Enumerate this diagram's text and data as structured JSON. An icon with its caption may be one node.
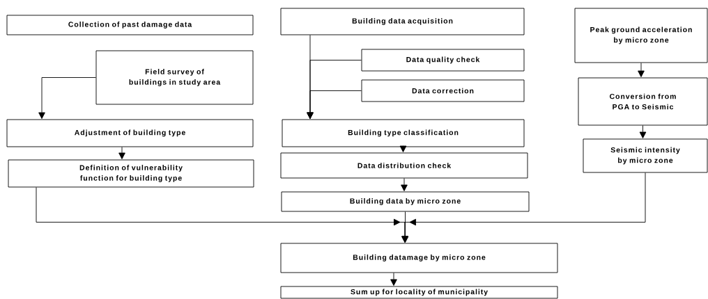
{
  "diagram": {
    "nodes": [
      {
        "text": [
          "Collection of past damage data"
        ]
      },
      {
        "text": [
          "Field survey of buildings in study area"
        ]
      },
      {
        "text": [
          "Adjustment of building type"
        ]
      },
      {
        "text": [
          "Definition of vulnerability function for building type"
        ]
      },
      {
        "text": [
          "Building data acquisition"
        ]
      },
      {
        "text": [
          "Data quality check"
        ]
      },
      {
        "text": [
          "Data correction"
        ]
      },
      {
        "text": [
          "Building type classification"
        ]
      },
      {
        "text": [
          "Data distribution check"
        ]
      },
      {
        "text": [
          "Building data by micro zone"
        ]
      },
      {
        "text": [
          "Peak ground acceleration by micro zone"
        ]
      },
      {
        "text": [
          "Conversion from PGA to Seismic"
        ]
      },
      {
        "text": [
          "Seismic intensity by micro zone"
        ]
      },
      {
        "text": [
          "Building datamage by micro zone"
        ]
      },
      {
        "text": [
          "Sum up for locality of municipality"
        ]
      }
    ],
    "edges": [
      {
        "from": 1,
        "to": 2,
        "arrow": "to"
      },
      {
        "from": 2,
        "to": 3,
        "arrow": "to"
      },
      {
        "from": 4,
        "to": 7,
        "arrow": "to"
      },
      {
        "from": 5,
        "to": 7,
        "arrow": "to"
      },
      {
        "from": 6,
        "to": 7,
        "arrow": "to"
      },
      {
        "from": 7,
        "to": 8,
        "arrow": "to"
      },
      {
        "from": 8,
        "to": 9,
        "arrow": "to"
      },
      {
        "from": 9,
        "to": 13,
        "arrow": "to"
      },
      {
        "from": 3,
        "to": 13,
        "arrow": "to"
      },
      {
        "from": 10,
        "to": 11,
        "arrow": "to"
      },
      {
        "from": 11,
        "to": 12,
        "arrow": "to"
      },
      {
        "from": 12,
        "to": 13,
        "arrow": "to"
      },
      {
        "from": 13,
        "to": 14,
        "arrow": "to"
      }
    ]
  }
}
